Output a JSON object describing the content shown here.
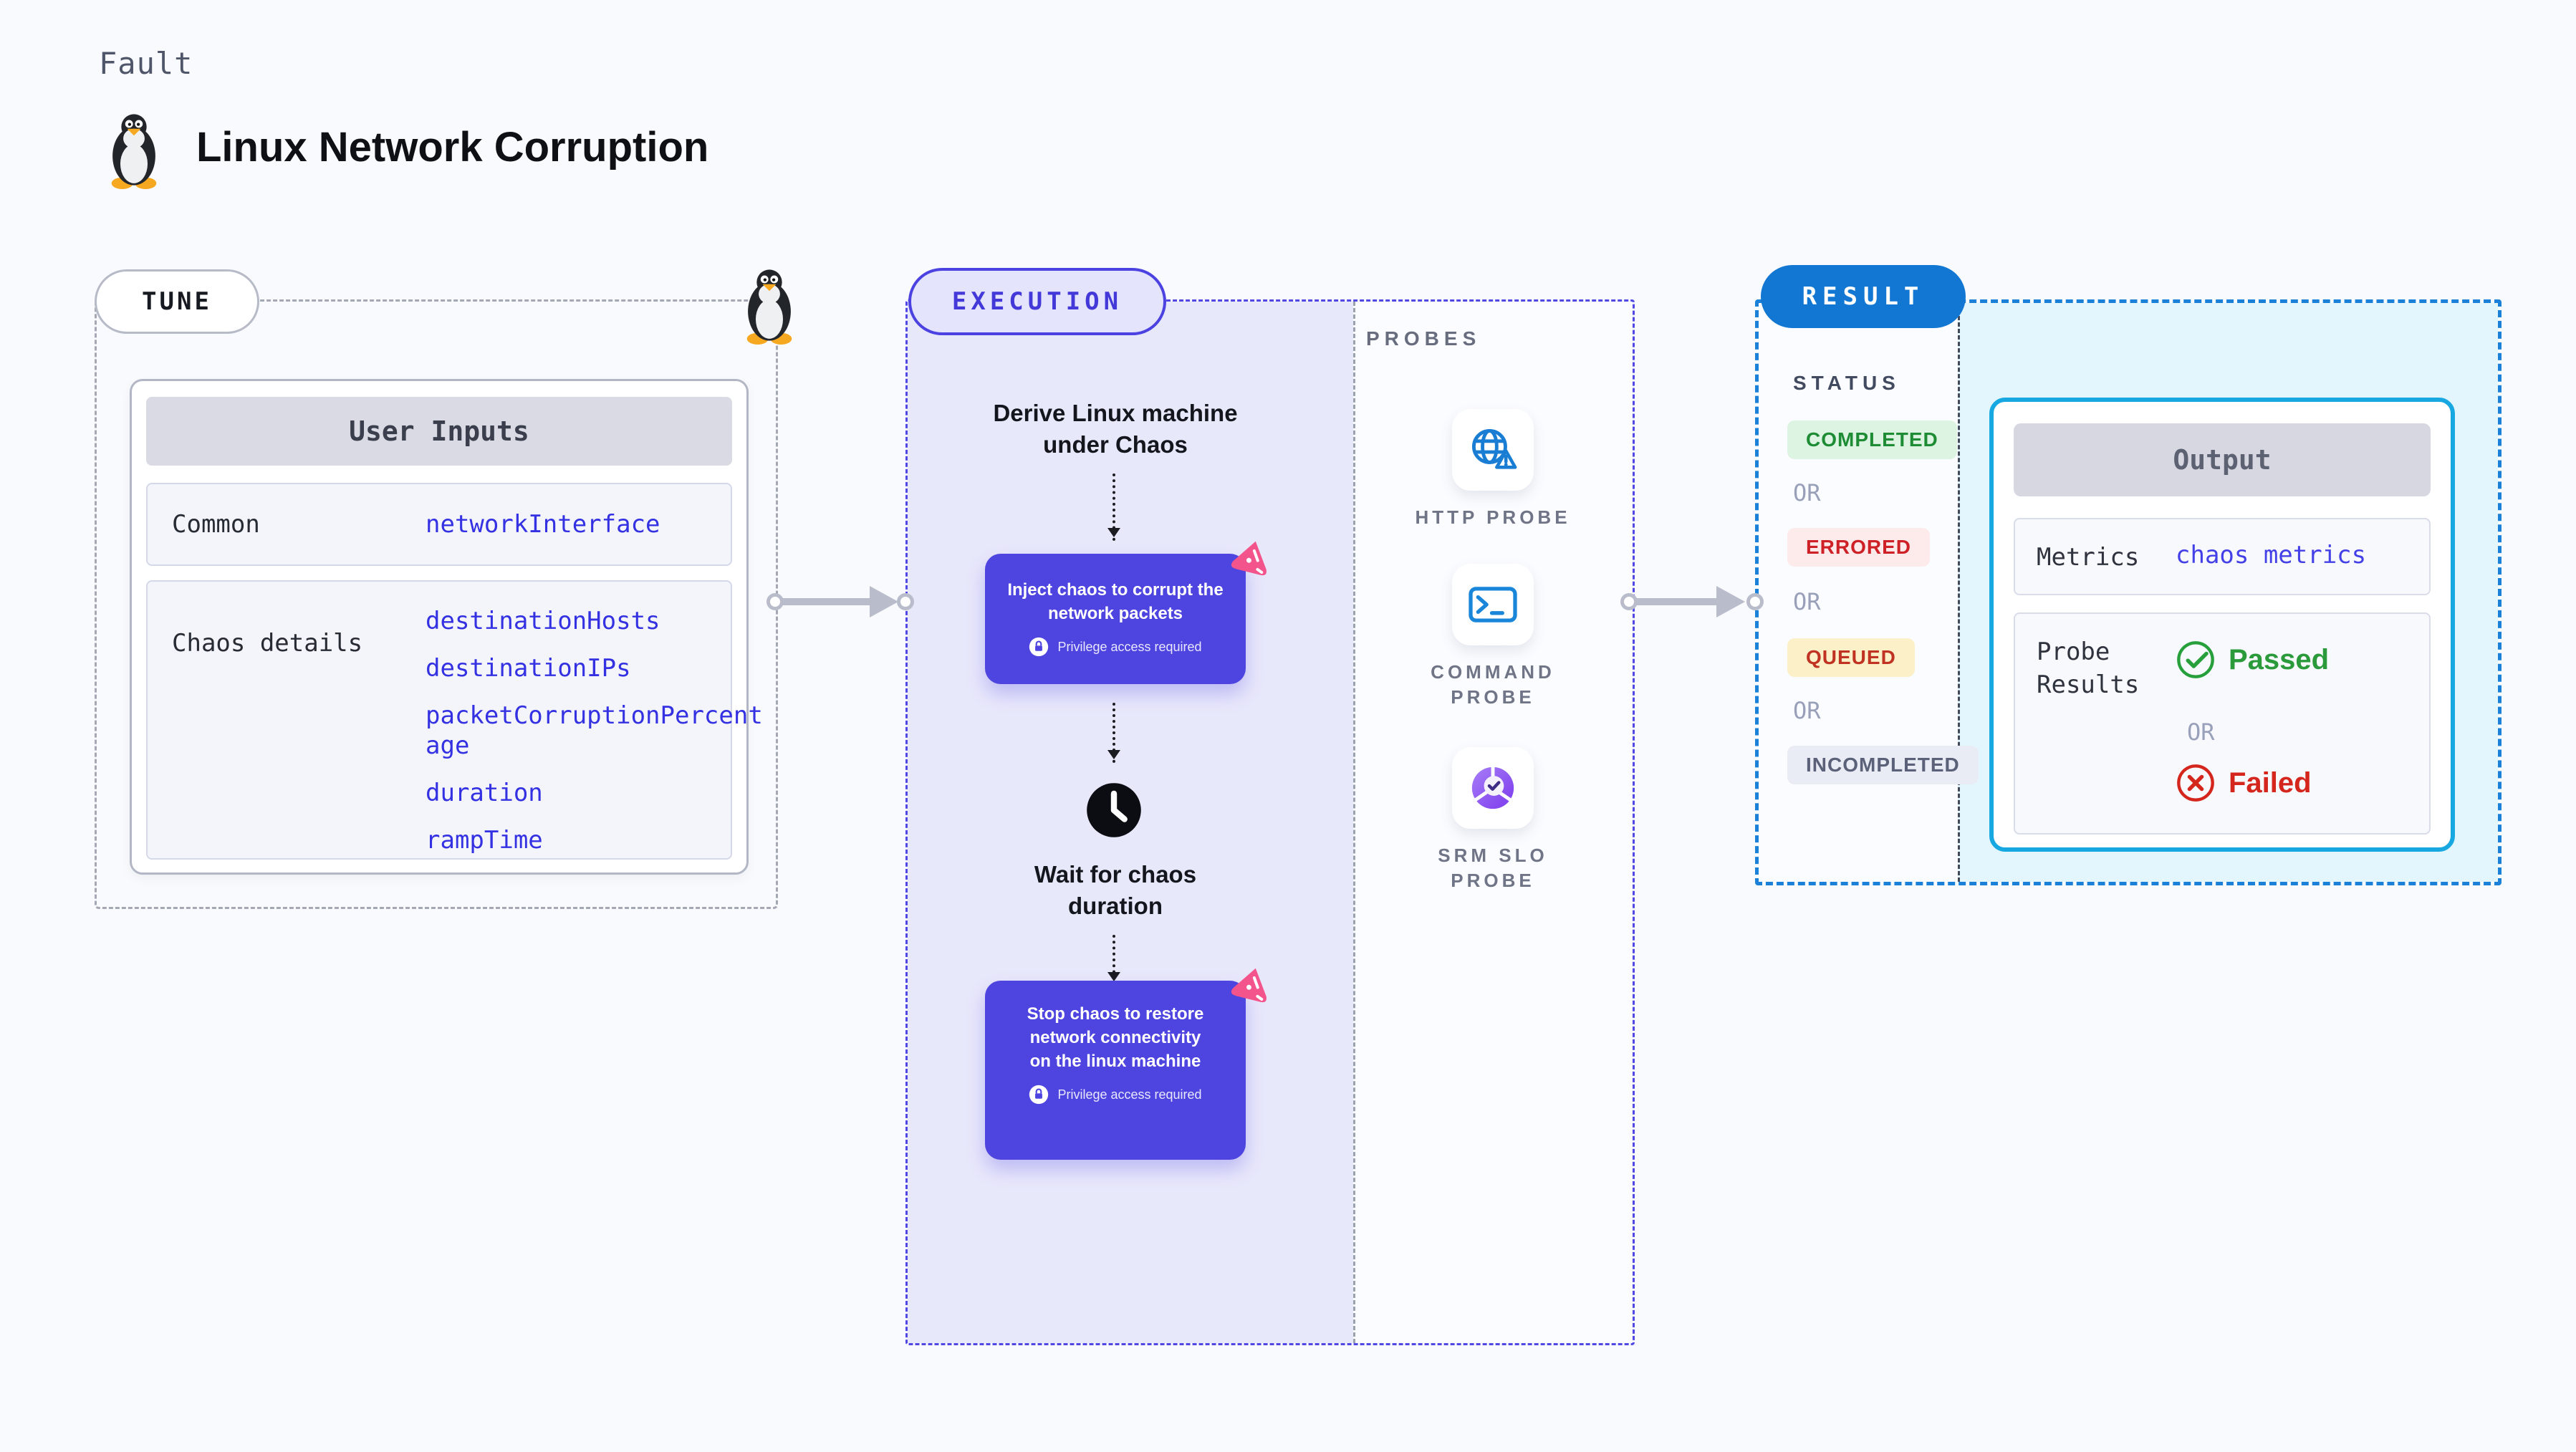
{
  "header": {
    "eyebrow": "Fault",
    "title": "Linux Network Corruption"
  },
  "tune": {
    "pill": "TUNE",
    "user_inputs": {
      "title": "User Inputs",
      "common_label": "Common",
      "common_value": "networkInterface",
      "chaos_label": "Chaos details",
      "chaos_values": [
        "destinationHosts",
        "destinationIPs",
        "packetCorruptionPercentage",
        "duration",
        "rampTime"
      ]
    }
  },
  "execution": {
    "pill": "EXECUTION",
    "step_derive": "Derive Linux machine under Chaos",
    "step_inject": "Inject chaos to corrupt the network packets",
    "privilege_note": "Privilege access required",
    "step_wait": "Wait for chaos duration",
    "step_stop": "Stop chaos to restore network connectivity on the linux machine"
  },
  "probes": {
    "heading": "PROBES",
    "items": [
      {
        "label": "HTTP PROBE",
        "icon": "globe-warning-icon"
      },
      {
        "label": "COMMAND PROBE",
        "icon": "terminal-icon"
      },
      {
        "label": "SRM SLO PROBE",
        "icon": "slo-pie-chart-icon"
      }
    ]
  },
  "result": {
    "pill": "RESULT",
    "status_heading": "STATUS",
    "or_label": "OR",
    "statuses": [
      {
        "label": "COMPLETED",
        "color": "#1d8c35",
        "bg": "#def4e2"
      },
      {
        "label": "ERRORED",
        "color": "#ce2127",
        "bg": "#fcebea"
      },
      {
        "label": "QUEUED",
        "color": "#c03322",
        "bg": "#fcf0c9"
      },
      {
        "label": "INCOMPLETED",
        "color": "#5a6178",
        "bg": "#eaecf5"
      }
    ],
    "output": {
      "title": "Output",
      "metrics_label": "Metrics",
      "metrics_value": "chaos metrics",
      "probe_results_line1": "Probe",
      "probe_results_line2": "Results",
      "passed_label": "Passed",
      "or_label": "OR",
      "failed_label": "Failed"
    }
  },
  "icons": {
    "tux": "tux-penguin-icon",
    "lock": "lock-icon",
    "chaos_badge": "pink-chaos-badge-icon",
    "clock": "clock-icon",
    "http_probe": "globe-warning-icon",
    "command_probe": "terminal-icon",
    "srm_slo_probe": "slo-pie-chart-icon",
    "passed": "check-circle-icon",
    "failed": "x-circle-icon"
  },
  "colors": {
    "page_bg": "#f9fafd",
    "lavender_fill": "#e8e8fb",
    "indigo_border": "#4f46e5",
    "purple_node": "#4e44e0",
    "pink_badge": "#f4548c",
    "gray_dash": "#a3a8b4",
    "arrow_gray": "#b9bcca",
    "result_blue": "#1277d2",
    "result_dash": "#1b80d8",
    "cyan_border": "#18a8e1",
    "cyan_fill": "#e4f6fd",
    "value_blue": "#3331e2",
    "passed_green": "#2a9a3a",
    "failed_red": "#d4261c"
  }
}
